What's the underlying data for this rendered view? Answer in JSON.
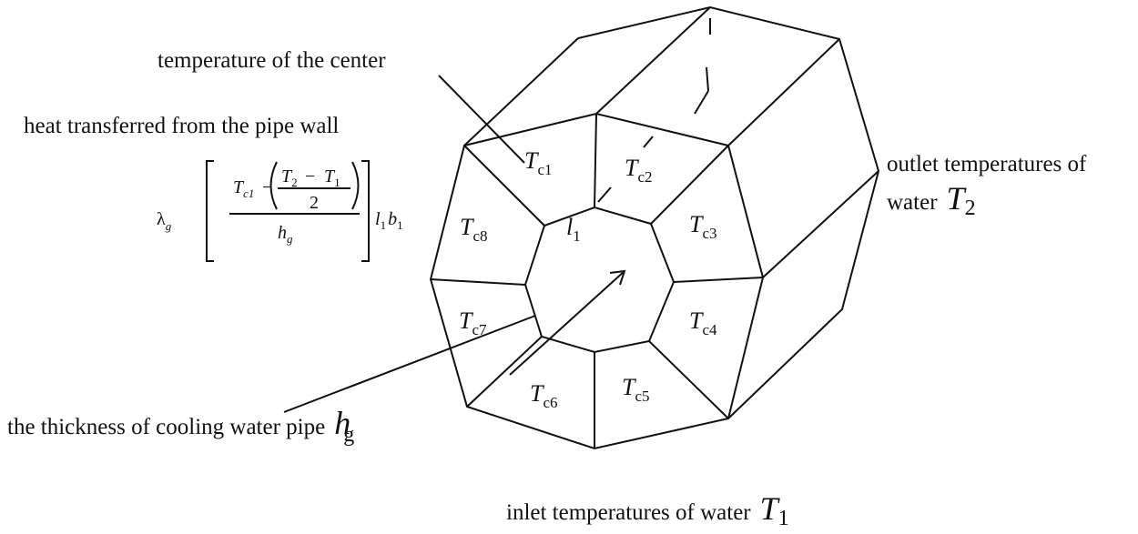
{
  "labels": {
    "center_temperature": "temperature of the center",
    "heat_transferred": "heat transferred from the pipe wall",
    "outlet_line1": "outlet temperatures of",
    "outlet_line2": "water",
    "pipe_thickness": "the thickness of cooling water pipe",
    "inlet": "inlet temperatures of water"
  },
  "outlet_symbol": {
    "base": "T",
    "sub": "2"
  },
  "inlet_symbol": {
    "base": "T",
    "sub": "1"
  },
  "thickness_symbol": {
    "base": "h",
    "sub": "g"
  },
  "length_symbol": {
    "base": "l",
    "sub": "1"
  },
  "segment_temperatures": [
    {
      "base": "T",
      "sub": "c1"
    },
    {
      "base": "T",
      "sub": "c2"
    },
    {
      "base": "T",
      "sub": "c3"
    },
    {
      "base": "T",
      "sub": "c4"
    },
    {
      "base": "T",
      "sub": "c5"
    },
    {
      "base": "T",
      "sub": "c6"
    },
    {
      "base": "T",
      "sub": "c7"
    },
    {
      "base": "T",
      "sub": "c8"
    }
  ],
  "formula": {
    "lambda": "λ",
    "lambda_sub": "g",
    "T_c1": "T",
    "T_c1_sub": "c1",
    "minus": "−",
    "T2": "T",
    "T2_sub": "2",
    "T1": "T",
    "T1_sub": "1",
    "half": "2",
    "hg": "h",
    "hg_sub": "g",
    "l1": "l",
    "l1_sub": "1",
    "b1": "b",
    "b1_sub": "1"
  }
}
